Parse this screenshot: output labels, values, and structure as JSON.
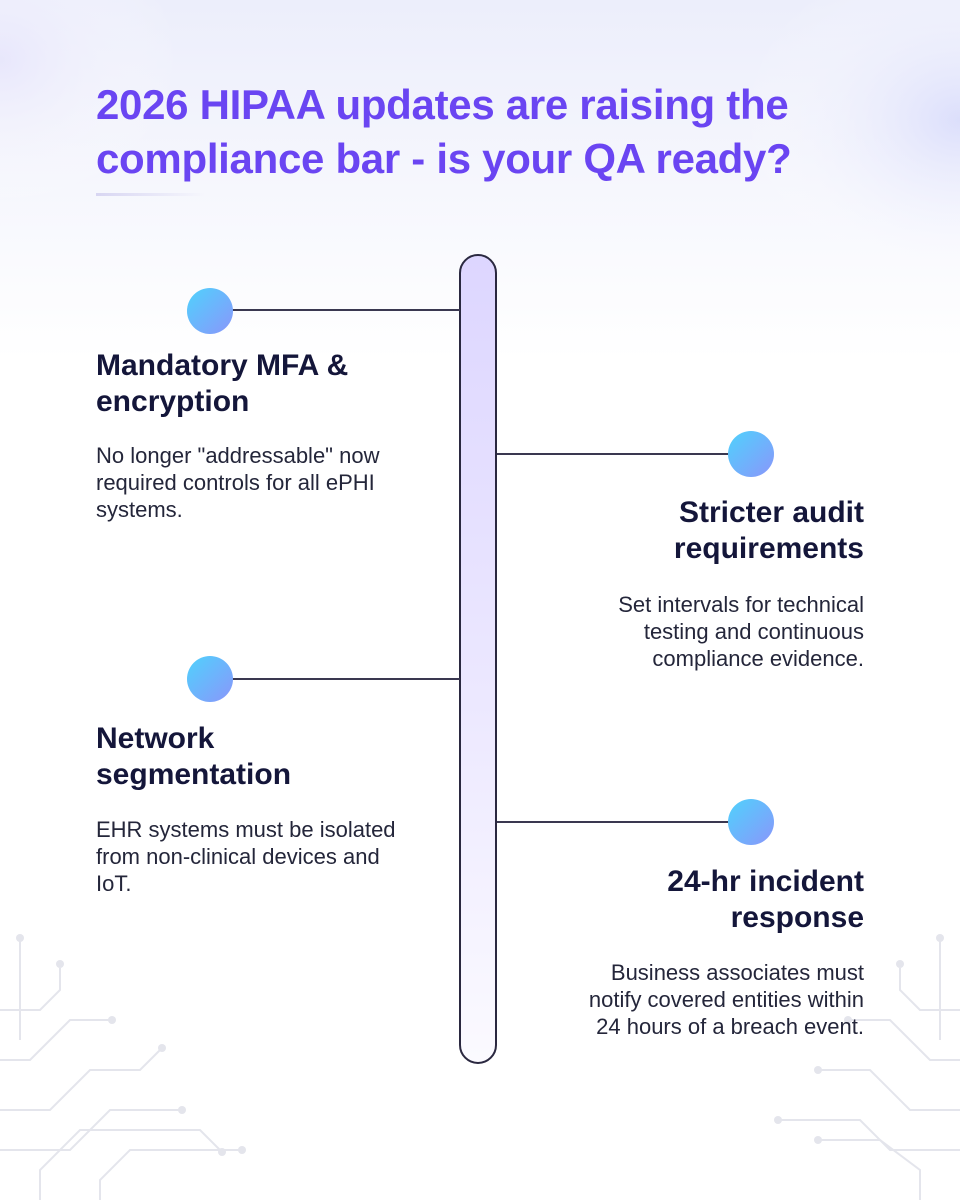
{
  "title": "2026 HIPAA updates are raising the compliance bar - is your QA ready?",
  "colors": {
    "title": "#6a45f2",
    "heading": "#14163a",
    "body": "#24263a",
    "node_start": "#4fd2fc",
    "node_end": "#8a96fb",
    "spine_fill": "#ddd6ff",
    "line": "#3a3850"
  },
  "items": [
    {
      "title": "Mandatory MFA & encryption",
      "description": "No longer \"addressable\" now required controls for all ePHI systems.",
      "side": "left"
    },
    {
      "title": "Stricter audit requirements",
      "description": "Set intervals for technical testing and continuous compliance evidence.",
      "side": "right"
    },
    {
      "title": "Network segmentation",
      "description": "EHR systems must be isolated from non-clinical devices and IoT.",
      "side": "left"
    },
    {
      "title": "24-hr incident response",
      "description": "Business associates must notify covered entities within 24 hours of a breach event.",
      "side": "right"
    }
  ],
  "icons": [
    "circuit-decoration-left",
    "circuit-decoration-right",
    "timeline-node-icon"
  ]
}
